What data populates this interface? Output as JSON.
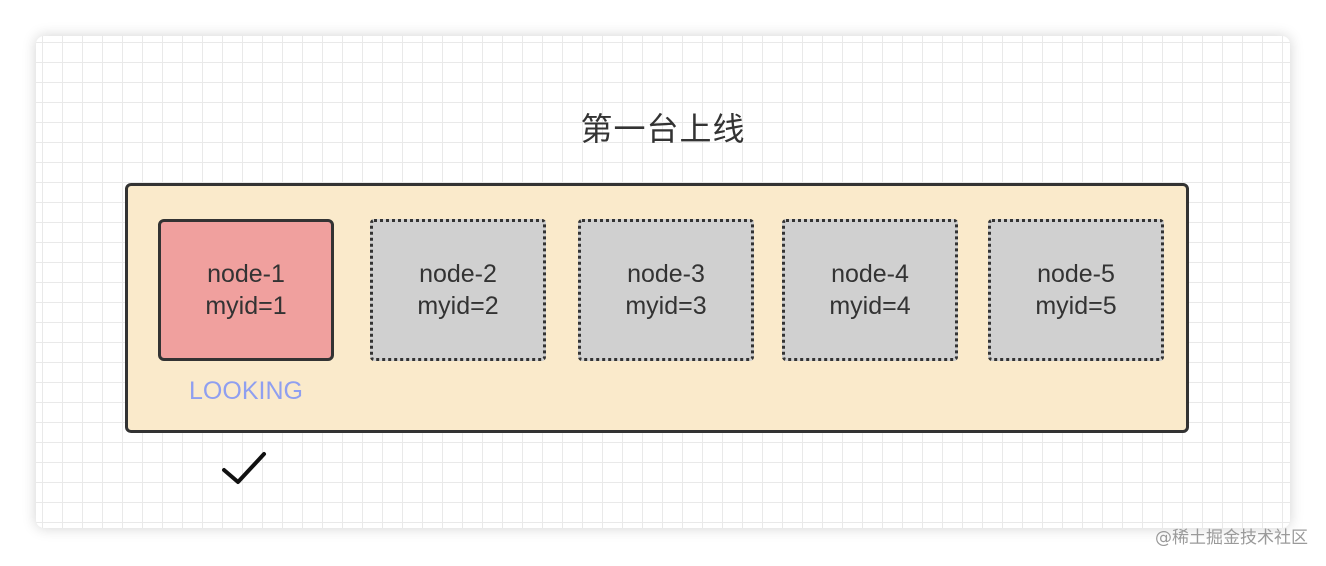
{
  "title": "第一台上线",
  "nodes": [
    {
      "name": "node-1",
      "myid": "myid=1",
      "active": true
    },
    {
      "name": "node-2",
      "myid": "myid=2",
      "active": false
    },
    {
      "name": "node-3",
      "myid": "myid=3",
      "active": false
    },
    {
      "name": "node-4",
      "myid": "myid=4",
      "active": false
    },
    {
      "name": "node-5",
      "myid": "myid=5",
      "active": false
    }
  ],
  "state_label": "LOOKING",
  "check_icon": "check-icon",
  "watermark": "@稀土掘金技术社区",
  "colors": {
    "container_fill": "#faeacb",
    "active_node_fill": "#f0a09e",
    "inactive_node_fill": "#d0d0d0",
    "state_label": "#8f9ff0",
    "border": "#333333"
  }
}
